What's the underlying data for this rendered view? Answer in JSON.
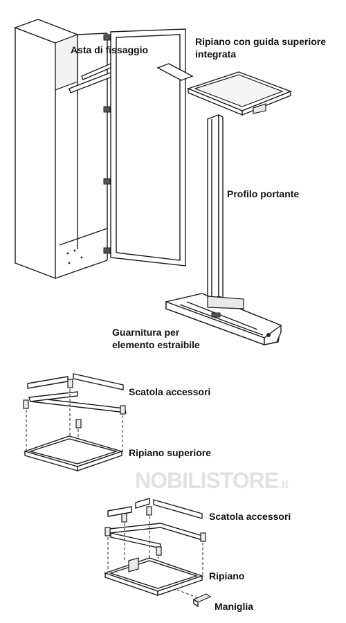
{
  "labels": {
    "asta_fissaggio": "Asta di fissaggio",
    "ripiano_guida_1": "Ripiano con guida superiore",
    "ripiano_guida_2": "integrata",
    "profilo_portante": "Profilo portante",
    "guarnitura_1": "Guarnitura per",
    "guarnitura_2": "elemento estraibile",
    "scatola_accessori_1": "Scatola accessori",
    "ripiano_superiore": "Ripiano superiore",
    "scatola_accessori_2": "Scatola accessori",
    "ripiano": "Ripiano",
    "maniglia": "Maniglia"
  },
  "watermark": {
    "brand": "NOBILISTORE",
    "suffix": ".it"
  }
}
